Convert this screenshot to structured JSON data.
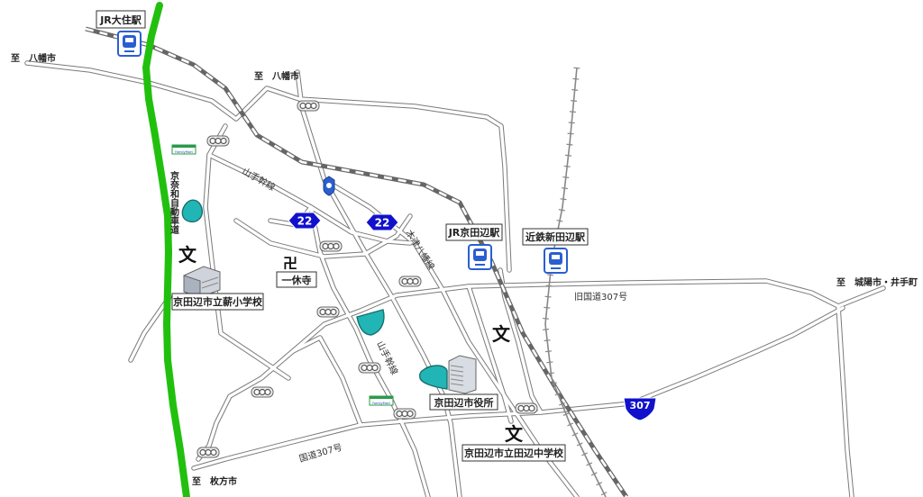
{
  "directions": {
    "yawata_west": "至　八幡市",
    "yawata_north": "至　八幡市",
    "hirakata": "至　枚方市",
    "joyo_ide": "至　城陽市・井手町"
  },
  "roads": {
    "yamate_kansen_upper": "山手幹線",
    "yamate_kansen_lower": "山手幹線",
    "kizu_yawata": "木津八幡線",
    "old_route307": "旧国道307号",
    "route307": "国道307号",
    "expressway": "京奈和自動車道"
  },
  "shields": {
    "route22_a": "22",
    "route22_b": "22",
    "route307": "307"
  },
  "stations": {
    "jr_osumi": "JR大住駅",
    "jr_kyotanabe": "JR京田辺駅",
    "kintetsu_shintanabe": "近鉄新田辺駅"
  },
  "places": {
    "ikkyuji": "一休寺",
    "takigi_elementary": "京田辺市立薪小学校",
    "city_hall": "京田辺市役所",
    "tanabe_junior_high": "京田辺市立田辺中学校"
  },
  "stores": {
    "familymart_1": "FamilyMart",
    "familymart_2": "FamilyMart"
  },
  "icons": {
    "school": "文",
    "temple": "卍"
  },
  "colors": {
    "expressway": "#22c00e",
    "road": "#8c8c8c",
    "pond": "#22b5b5",
    "shield": "#1111cc",
    "station_icon": "#2a5fd0"
  }
}
